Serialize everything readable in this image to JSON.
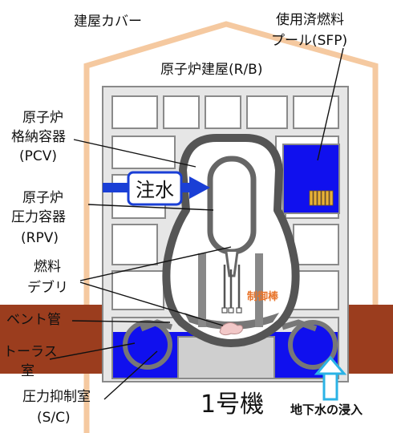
{
  "labels": {
    "building_cover": "建屋カバー",
    "sfp_line1": "使用済燃料",
    "sfp_line2": "プール(SFP)",
    "reactor_building": "原子炉建屋(R/B)",
    "pcv_line1": "原子炉",
    "pcv_line2": "格納容器",
    "pcv_line3": "(PCV)",
    "water_injection": "注水",
    "rpv_line1": "原子炉",
    "rpv_line2": "圧力容器",
    "rpv_line3": "(RPV)",
    "debris_line1": "燃料",
    "debris_line2": "デブリ",
    "control_rod": "制御棒",
    "vent_pipe": "ベント管",
    "torus_line1": "トーラス",
    "torus_line2": "室",
    "sc_line1": "圧力抑制室",
    "sc_line2": "(S/C)",
    "unit": "1号機",
    "groundwater": "地下水の浸入"
  },
  "colors": {
    "cover": "#f5c9a0",
    "wall": "#8a8a8a",
    "wall_fill": "#e6e6e6",
    "ground": "#9b3d1e",
    "water": "#1010ee",
    "vessel": "#555555",
    "control_rod_text": "#e8742a",
    "groundwater_arrow": "#2bb3e6",
    "injection_arrow": "#1a3fd6"
  }
}
